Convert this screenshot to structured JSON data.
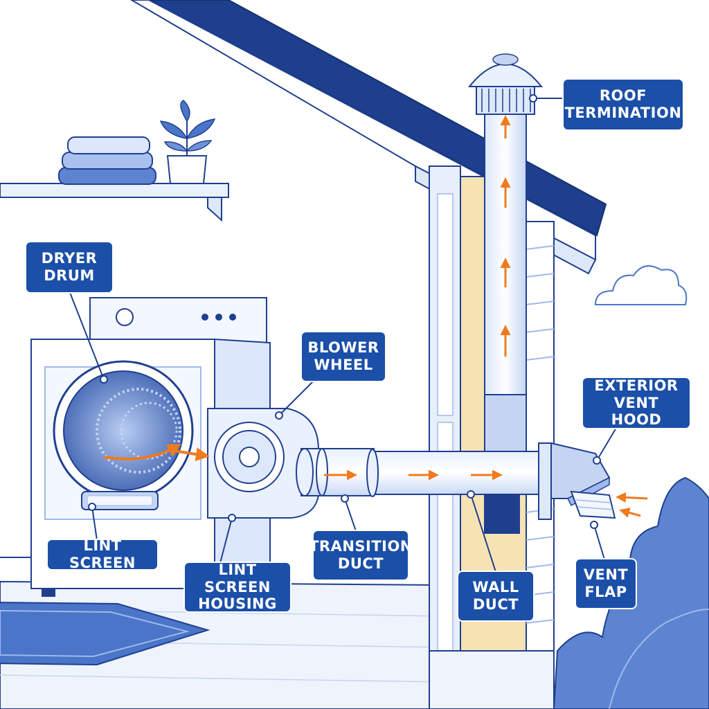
{
  "colors": {
    "label_bg": "#1b4fa8",
    "label_text": "#ffffff",
    "outline": "#1f3f8f",
    "airflow": "#f07a1e",
    "roof": "#1e3f8e",
    "wood": "#f7e2b4"
  },
  "labels": {
    "dryer_drum": "DRYER\nDRUM",
    "blower_wheel": "BLOWER\nWHEEL",
    "roof_termination": "ROOF\nTERMINATION",
    "exterior_vent_hood": "EXTERIOR\nVENT HOOD",
    "lint_screen": "LINT SCREEN",
    "lint_screen_housing": "LINT SCREEN\nHOUSING",
    "transition_duct": "TRANSITION\nDUCT",
    "wall_duct": "WALL\nDUCT",
    "vent_flap": "VENT\nFLAP"
  }
}
